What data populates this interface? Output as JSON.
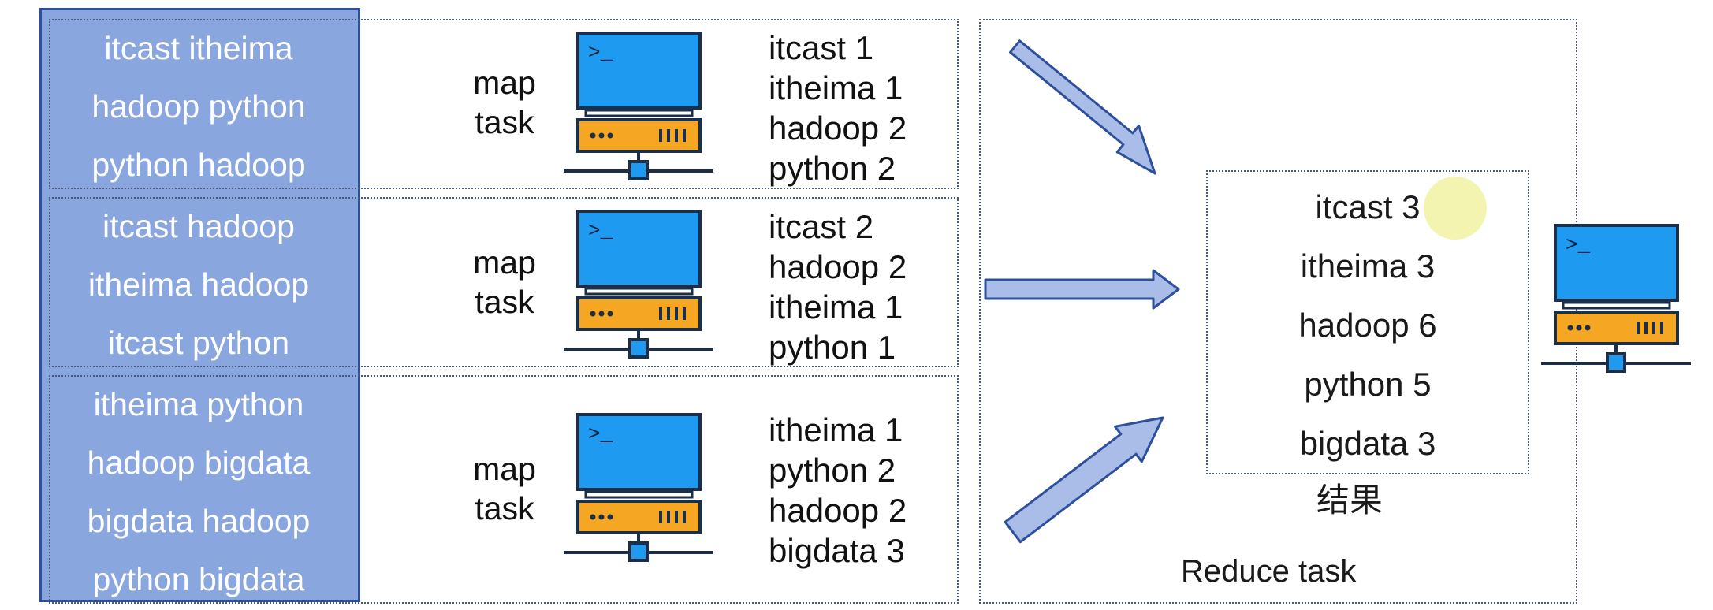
{
  "input_splits": [
    [
      "itcast itheima",
      "hadoop python",
      "python hadoop"
    ],
    [
      "itcast hadoop",
      "itheima hadoop",
      "itcast python"
    ],
    [
      "itheima python",
      "hadoop bigdata",
      "bigdata hadoop",
      "python bigdata"
    ]
  ],
  "map_label": {
    "line1": "map",
    "line2": "task"
  },
  "map_outputs": [
    [
      "itcast 1",
      "itheima 1",
      "hadoop 2",
      "python 2"
    ],
    [
      "itcast 2",
      "hadoop 2",
      "itheima 1",
      "python 1"
    ],
    [
      "itheima 1",
      "python 2",
      "hadoop 2",
      "bigdata 3"
    ]
  ],
  "terminal_prompt": ">_",
  "reduce": {
    "results": [
      "itcast 3",
      "itheima 3",
      "hadoop 6",
      "python 5",
      "bigdata 3"
    ],
    "result_caption": "结果",
    "title": "Reduce task"
  },
  "icons": [
    "computer-icon",
    "arrow-icon"
  ],
  "colors": {
    "input_fill": "#8aa6df",
    "input_border": "#2e4f9a",
    "screen": "#1e9bf0",
    "server": "#f5a623",
    "arrow_fill": "#a9bde8",
    "arrow_stroke": "#2e4f9a",
    "cursor_highlight": "#eef096"
  }
}
